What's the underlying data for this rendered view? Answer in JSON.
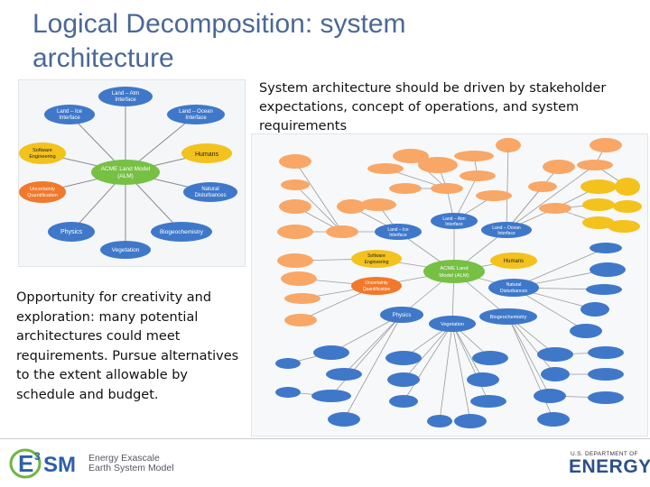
{
  "slide": {
    "title": "Logical Decomposition: system architecture",
    "intro": "System architecture should be driven by stakeholder expectations, concept of operations, and system requirements",
    "opportunity": "Opportunity for creativity and exploration: many potential architectures could meet requirements. Pursue alternatives to the extent allowable by schedule and budget."
  },
  "small_diagram": {
    "center": "ACME Land Model (ALM)",
    "nodes": [
      "Land – Atm Interface",
      "Land – Ocean Interface",
      "Humans",
      "Natural Disturbances",
      "Biogeochemistry",
      "Vegetation",
      "Physics",
      "Uncertainty Quantification",
      "Software Engineering",
      "Land – Ice Interface"
    ]
  },
  "large_diagram": {
    "center": "ACME Land Model (ALM)",
    "main_nodes": [
      "Land – Atm Interface",
      "Land – Ocean Interface",
      "Humans",
      "Natural Disturbances",
      "Biogeochemistry",
      "Vegetation",
      "Physics",
      "Uncertainty Quantification",
      "Software Engineering",
      "Land – Ice Interface"
    ]
  },
  "colors": {
    "title": "#4a6896",
    "center_node": "#76c043",
    "blue_node": "#3f78c9",
    "yellow_node": "#f3c21c",
    "orange_node": "#f0792c",
    "small_node": "#f8a766",
    "edge": "#8a8a8a"
  },
  "footer": {
    "e3sm_logo": "E3SM",
    "e3sm_line1": "Energy Exascale",
    "e3sm_line2": "Earth System Model",
    "doe_line1": "U.S. DEPARTMENT OF",
    "doe_line2": "ENERGY"
  }
}
